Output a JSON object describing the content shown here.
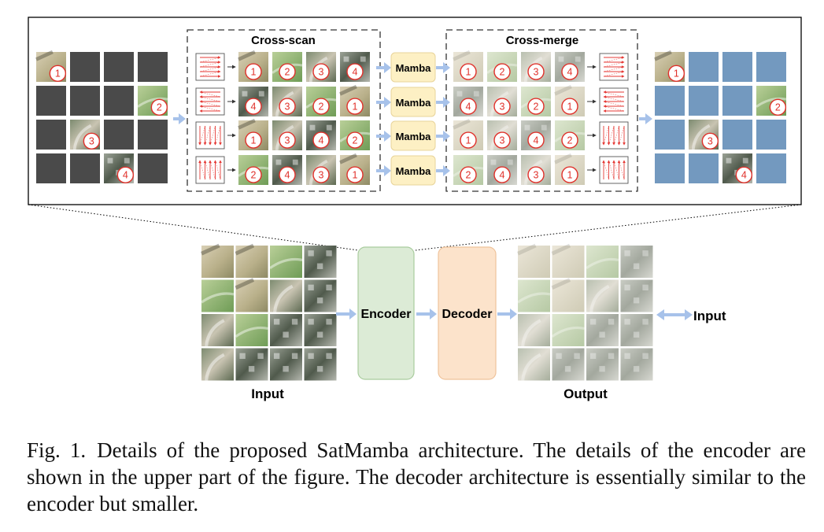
{
  "cross_scan": {
    "title": "Cross-scan",
    "rows": [
      [
        "1",
        "2",
        "3",
        "4"
      ],
      [
        "4",
        "3",
        "2",
        "1"
      ],
      [
        "1",
        "3",
        "4",
        "2"
      ],
      [
        "2",
        "4",
        "3",
        "1"
      ]
    ]
  },
  "mamba": {
    "label": "Mamba"
  },
  "cross_merge": {
    "title": "Cross-merge",
    "rows": [
      [
        "1",
        "2",
        "3",
        "4"
      ],
      [
        "4",
        "3",
        "2",
        "1"
      ],
      [
        "1",
        "3",
        "4",
        "2"
      ],
      [
        "2",
        "4",
        "3",
        "1"
      ]
    ]
  },
  "masked_input": {
    "visible_patches": [
      {
        "label": "1",
        "row": 0,
        "col": 0
      },
      {
        "label": "2",
        "row": 1,
        "col": 3
      },
      {
        "label": "3",
        "row": 2,
        "col": 1
      },
      {
        "label": "4",
        "row": 3,
        "col": 2
      }
    ]
  },
  "pipeline": {
    "input_label": "Input",
    "encoder_label": "Encoder",
    "decoder_label": "Decoder",
    "output_label": "Output",
    "target_label": "Input"
  },
  "colors": {
    "masked_tile": "#4a4a4a",
    "output_mask_tile": "#7399bf",
    "mamba_fill": "#fdf0c4",
    "mamba_stroke": "#e8d49a",
    "encoder_fill": "#dcebd6",
    "encoder_stroke": "#a9cc9e",
    "decoder_fill": "#fce3cb",
    "decoder_stroke": "#efc39b",
    "arrow": "#a7c2ea",
    "number_red": "#e0302a",
    "scan_red": "#e53935"
  },
  "caption": {
    "fig_label": "Fig. 1.",
    "text": "Details of the proposed SatMamba architecture. The details of the encoder are shown in the upper part of the figure. The decoder architecture is essentially similar to the encoder but smaller."
  }
}
